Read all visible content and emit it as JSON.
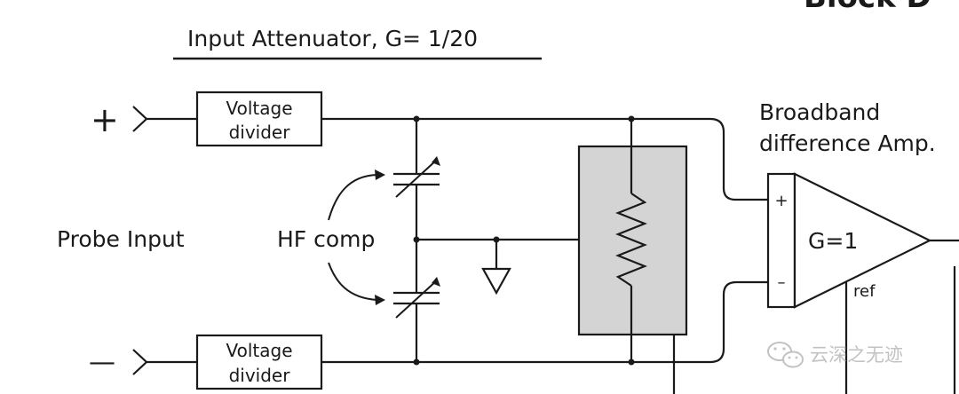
{
  "title_partial": "Block D",
  "attenuator": {
    "title": "Input Attenuator, G= 1/20"
  },
  "inputs": {
    "plus": "+",
    "minus": "—",
    "probe_label": "Probe Input"
  },
  "divider_top": {
    "line1": "Voltage",
    "line2": "divider"
  },
  "divider_bottom": {
    "line1": "Voltage",
    "line2": "divider"
  },
  "hf_comp": {
    "label": "HF comp"
  },
  "amplifier": {
    "label_line1": "Broadband",
    "label_line2": "difference Amp.",
    "plus_pin": "+",
    "minus_pin": "–",
    "gain": "G=1",
    "ref": "ref"
  },
  "watermark": {
    "text": "云深之无迹"
  },
  "colors": {
    "ink": "#1a1a1a",
    "pot_fill": "#d4d4d4",
    "watermark": "#b8b8b8"
  }
}
